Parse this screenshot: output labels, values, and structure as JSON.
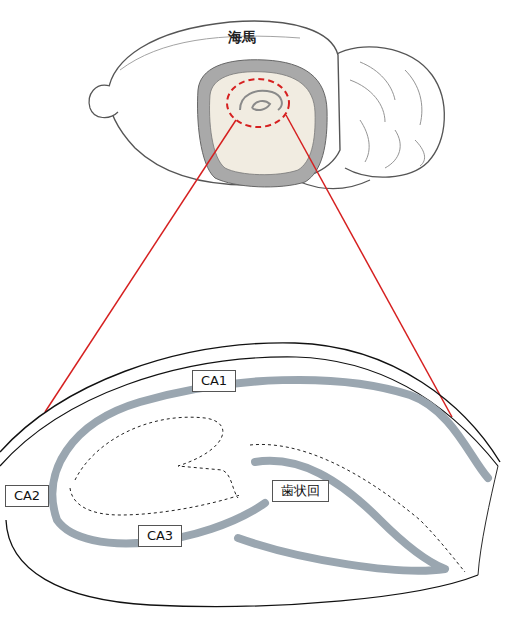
{
  "diagram": {
    "nodes": [
      {
        "text": [
          "CA1"
        ]
      },
      {
        "text": [
          "CA2"
        ]
      },
      {
        "text": [
          "歯状回"
        ]
      },
      {
        "text": [
          "CA3"
        ]
      }
    ],
    "labels": [
      "海馬"
    ]
  }
}
